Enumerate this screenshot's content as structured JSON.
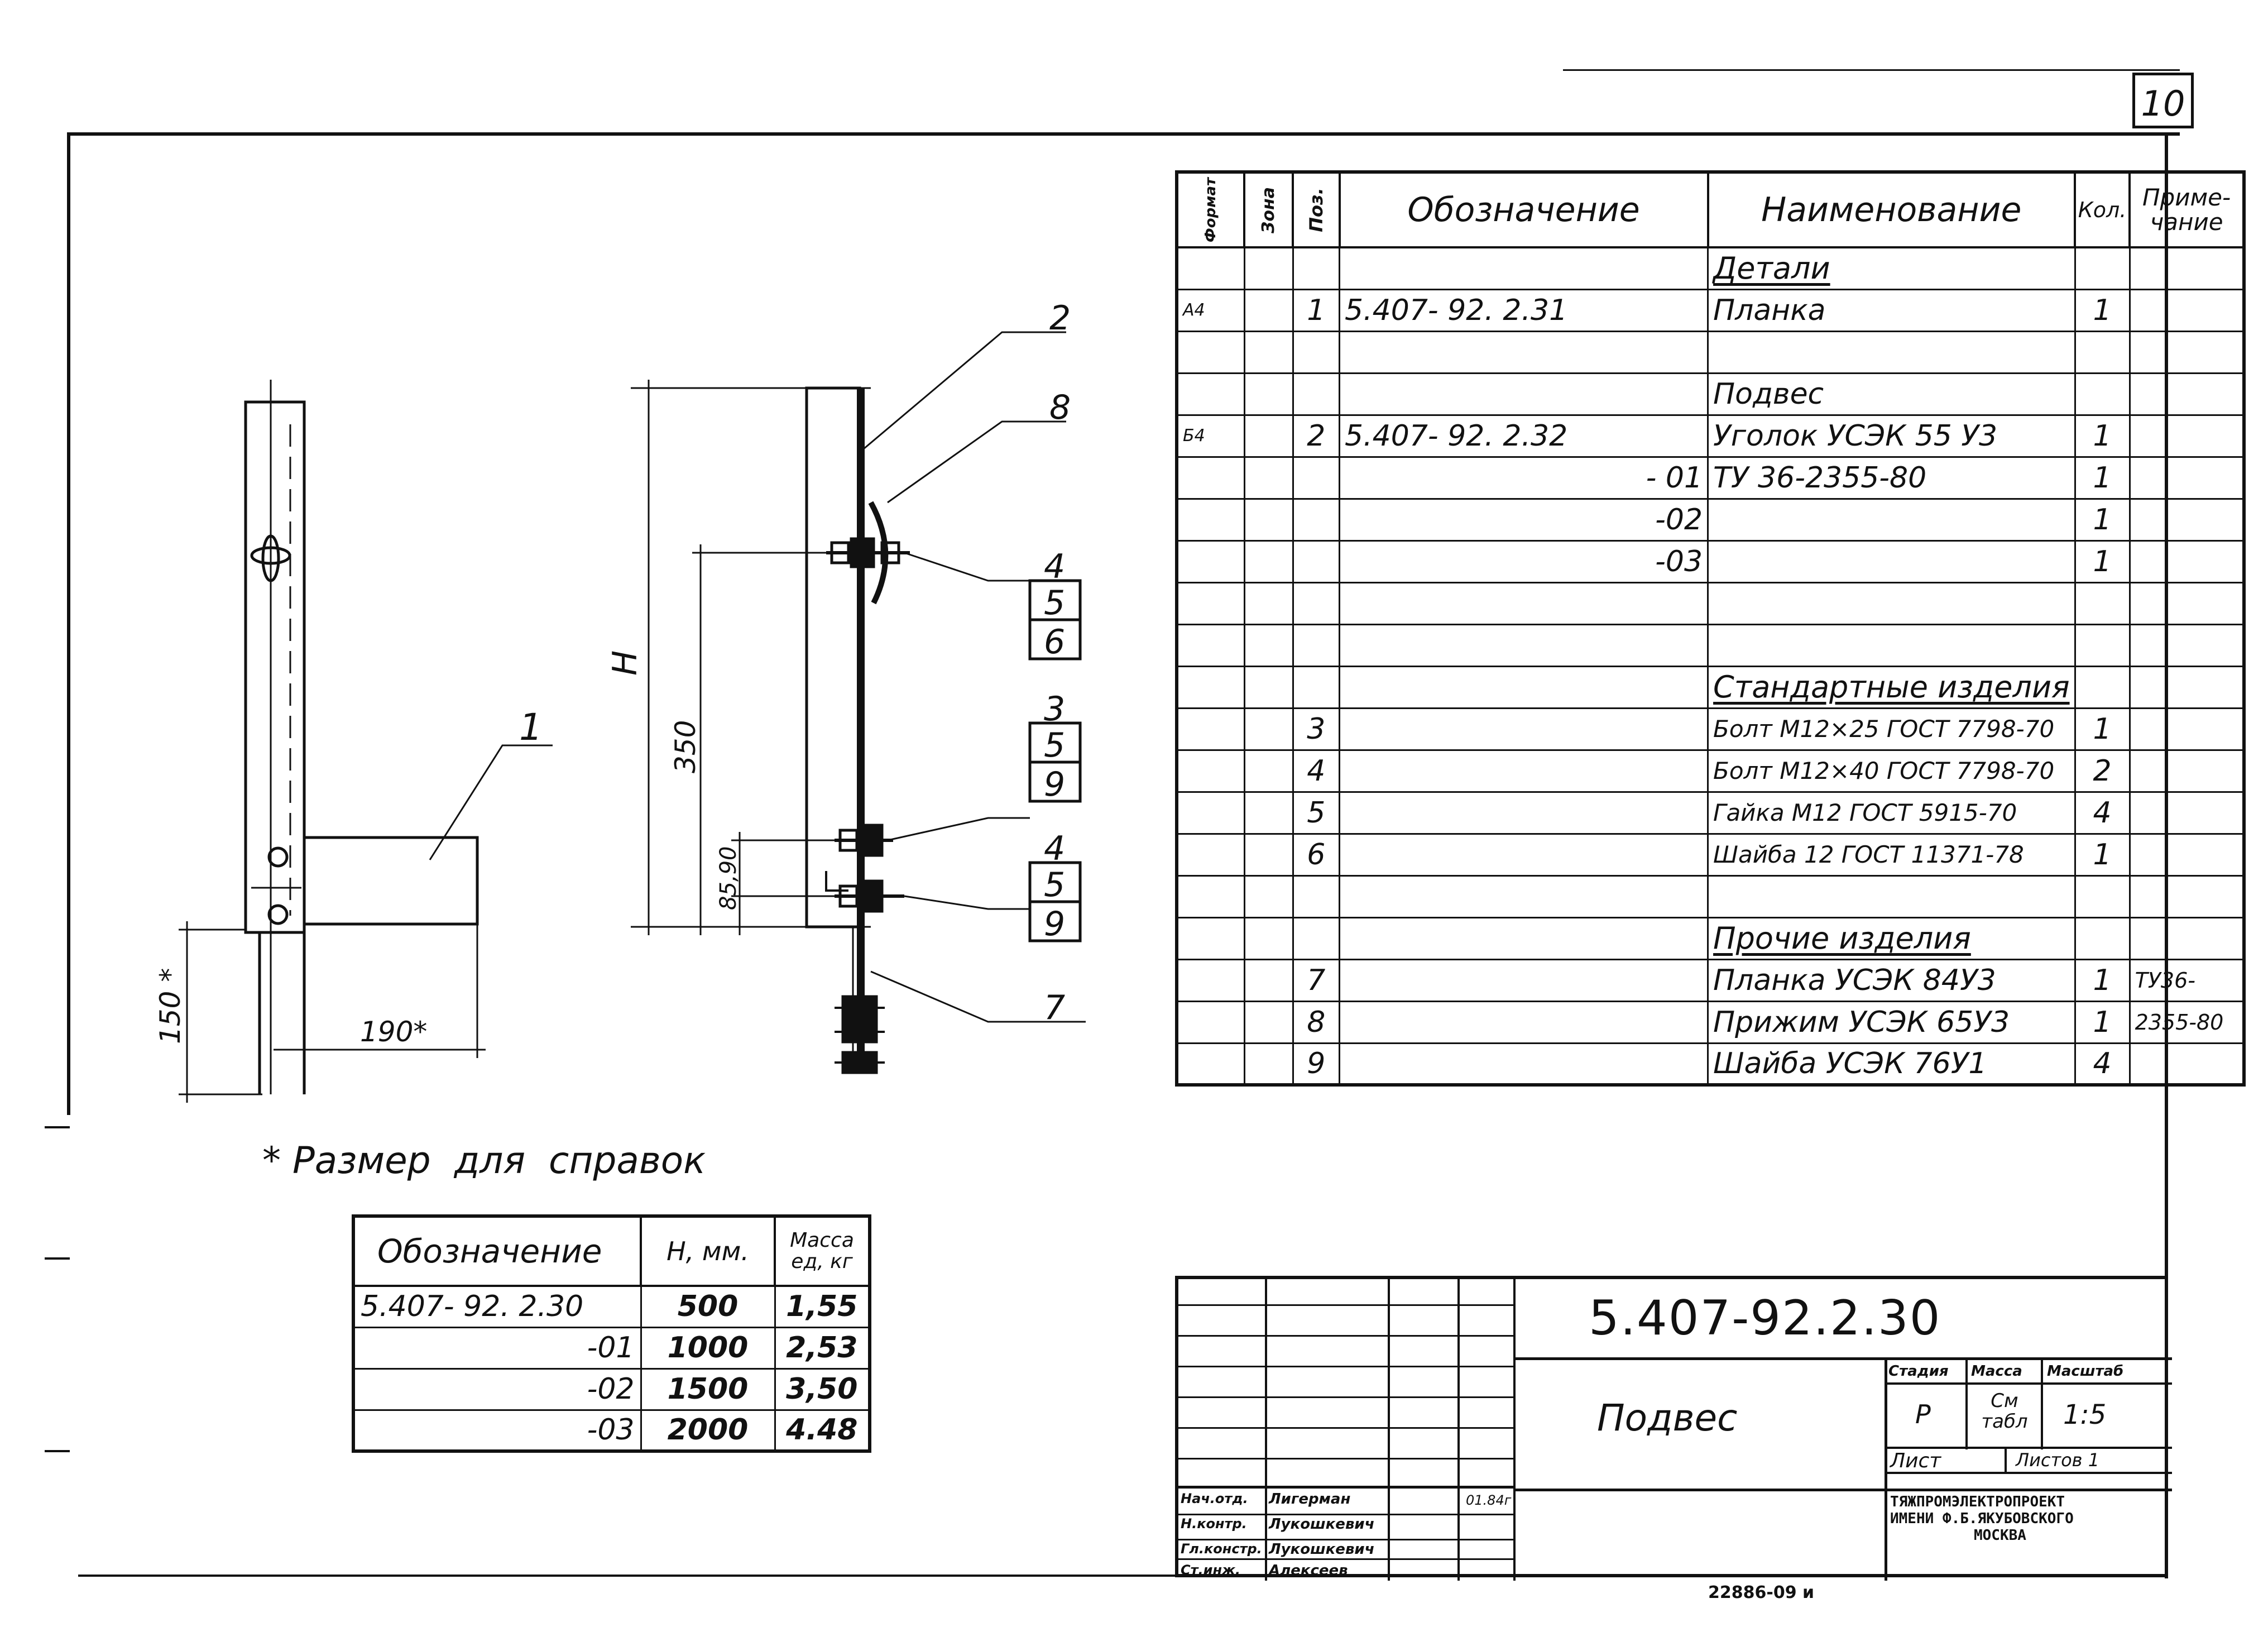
{
  "sheet_number": "10",
  "drawing_labels": {
    "callouts": [
      "2",
      "8",
      "4",
      "5",
      "6",
      "3",
      "5",
      "9",
      "4",
      "5",
      "9",
      "7",
      "1"
    ],
    "dim_h": "H",
    "dim_350": "350",
    "dim_small": "85,90",
    "dim_150": "150 *",
    "dim_190": "190*"
  },
  "note": "* Размер  для  справок",
  "spec_table": {
    "headers": {
      "format": "Формат",
      "zone": "Зона",
      "pos": "Поз.",
      "designation": "Обозначение",
      "name": "Наименование",
      "qty": "Кол.",
      "note": "Приме-чание"
    },
    "rows": [
      {
        "format": "",
        "zone": "",
        "pos": "",
        "designation": "",
        "name": "Детали",
        "qty": "",
        "note": "",
        "section": true
      },
      {
        "format": "А4",
        "zone": "",
        "pos": "1",
        "designation": "5.407-  92.  2.31",
        "name": "Планка",
        "qty": "1",
        "note": ""
      },
      {
        "format": "",
        "zone": "",
        "pos": "",
        "designation": "",
        "name": "",
        "qty": "",
        "note": ""
      },
      {
        "format": "",
        "zone": "",
        "pos": "",
        "designation": "",
        "name": "Подвес",
        "qty": "",
        "note": ""
      },
      {
        "format": "Б4",
        "zone": "",
        "pos": "2",
        "designation": "5.407-  92.  2.32",
        "name": "Уголок УСЭК 55 У3",
        "qty": "1",
        "note": ""
      },
      {
        "format": "",
        "zone": "",
        "pos": "",
        "designation": "- 01",
        "name": "ТУ 36-2355-80",
        "qty": "1",
        "note": ""
      },
      {
        "format": "",
        "zone": "",
        "pos": "",
        "designation": "-02",
        "name": "",
        "qty": "1",
        "note": ""
      },
      {
        "format": "",
        "zone": "",
        "pos": "",
        "designation": "-03",
        "name": "",
        "qty": "1",
        "note": ""
      },
      {
        "format": "",
        "zone": "",
        "pos": "",
        "designation": "",
        "name": "",
        "qty": "",
        "note": ""
      },
      {
        "format": "",
        "zone": "",
        "pos": "",
        "designation": "",
        "name": "",
        "qty": "",
        "note": ""
      },
      {
        "format": "",
        "zone": "",
        "pos": "",
        "designation": "",
        "name": "Стандартные изделия",
        "qty": "",
        "note": "",
        "section": true
      },
      {
        "format": "",
        "zone": "",
        "pos": "3",
        "designation": "",
        "name": "Болт М12×25 ГОСТ 7798-70",
        "qty": "1",
        "note": ""
      },
      {
        "format": "",
        "zone": "",
        "pos": "4",
        "designation": "",
        "name": "Болт М12×40 ГОСТ 7798-70",
        "qty": "2",
        "note": ""
      },
      {
        "format": "",
        "zone": "",
        "pos": "5",
        "designation": "",
        "name": "Гайка М12  ГОСТ 5915-70",
        "qty": "4",
        "note": ""
      },
      {
        "format": "",
        "zone": "",
        "pos": "6",
        "designation": "",
        "name": "Шайба 12  ГОСТ 11371-78",
        "qty": "1",
        "note": ""
      },
      {
        "format": "",
        "zone": "",
        "pos": "",
        "designation": "",
        "name": "",
        "qty": "",
        "note": ""
      },
      {
        "format": "",
        "zone": "",
        "pos": "",
        "designation": "",
        "name": "Прочие  изделия",
        "qty": "",
        "note": "",
        "section": true
      },
      {
        "format": "",
        "zone": "",
        "pos": "7",
        "designation": "",
        "name": "Планка  УСЭК 84У3",
        "qty": "1",
        "note": "ТУ36-"
      },
      {
        "format": "",
        "zone": "",
        "pos": "8",
        "designation": "",
        "name": "Прижим УСЭК 65У3",
        "qty": "1",
        "note": "2355-80"
      },
      {
        "format": "",
        "zone": "",
        "pos": "9",
        "designation": "",
        "name": "Шайба  УСЭК 76У1",
        "qty": "4",
        "note": ""
      }
    ]
  },
  "mass_table": {
    "headers": {
      "designation": "Обозначение",
      "h": "Н, мм.",
      "mass": "Масса ед, кг"
    },
    "rows": [
      {
        "designation": "5.407-  92.  2.30",
        "h": "500",
        "mass": "1,55"
      },
      {
        "designation": "-01",
        "h": "1000",
        "mass": "2,53"
      },
      {
        "designation": "-02",
        "h": "1500",
        "mass": "3,50"
      },
      {
        "designation": "-03",
        "h": "2000",
        "mass": "4.48"
      }
    ]
  },
  "title_block": {
    "code": "5.407-92.2.30",
    "title": "Подвес",
    "stage_label": "Стадия",
    "mass_label": "Масса",
    "scale_label": "Масштаб",
    "stage": "Р",
    "mass": "См табл",
    "scale": "1:5",
    "sheet_label": "Лист",
    "sheets_label": "Листов 1",
    "org_line1": "ТЯЖПРОМЭЛЕКТРОПРОЕКТ",
    "org_line2": "ИМЕНИ Ф.Б.ЯКУБОВСКОГО",
    "org_line3": "МОСКВА",
    "signatures": [
      {
        "role": "Нач.отд.",
        "name": "Лигерман"
      },
      {
        "role": "Н.контр.",
        "name": "Лукошкевич"
      },
      {
        "role": "Гл.констр.",
        "name": "Лукошкевич"
      },
      {
        "role": "Ст.инж.",
        "name": "Алексеев"
      }
    ],
    "date": "01.84г"
  },
  "bottom_code": "22886-09  и"
}
